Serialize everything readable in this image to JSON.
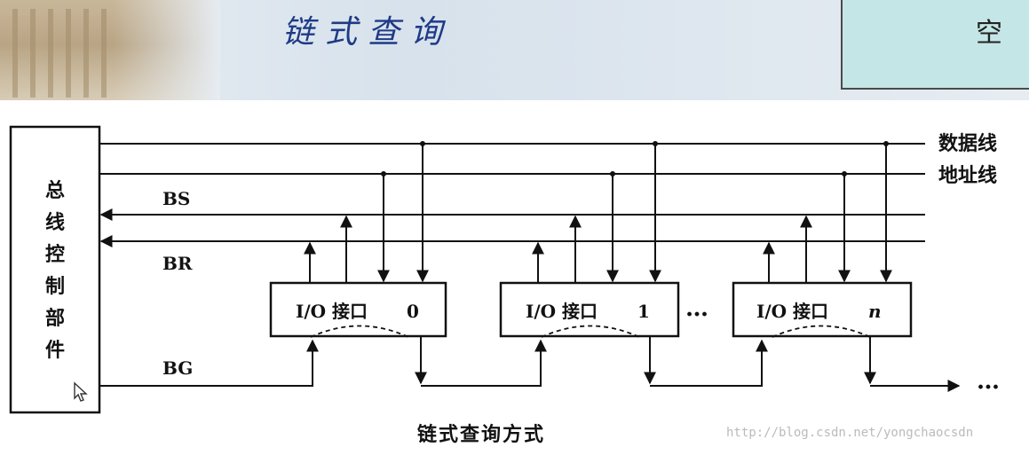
{
  "header": {
    "title": "链式查询",
    "corner_label": "空"
  },
  "diagram": {
    "controller_label": [
      "总",
      "线",
      "控",
      "制",
      "部",
      "件"
    ],
    "bus_labels": {
      "data_bus": "数据线",
      "address_bus": "地址线",
      "bs": "BS",
      "br": "BR",
      "bg": "BG"
    },
    "interfaces": [
      {
        "prefix": "I/O 接口",
        "index": "0"
      },
      {
        "prefix": "I/O 接口",
        "index": "1"
      },
      {
        "prefix": "I/O 接口",
        "index": "n"
      }
    ],
    "ellipsis_between": "…",
    "ellipsis_end": "…",
    "caption": "链式查询方式"
  },
  "watermark": "http://blog.csdn.net/yongchaocsdn",
  "colors": {
    "title": "#1f3a86",
    "corner_box": "#c5e6e6",
    "line": "#111111"
  }
}
